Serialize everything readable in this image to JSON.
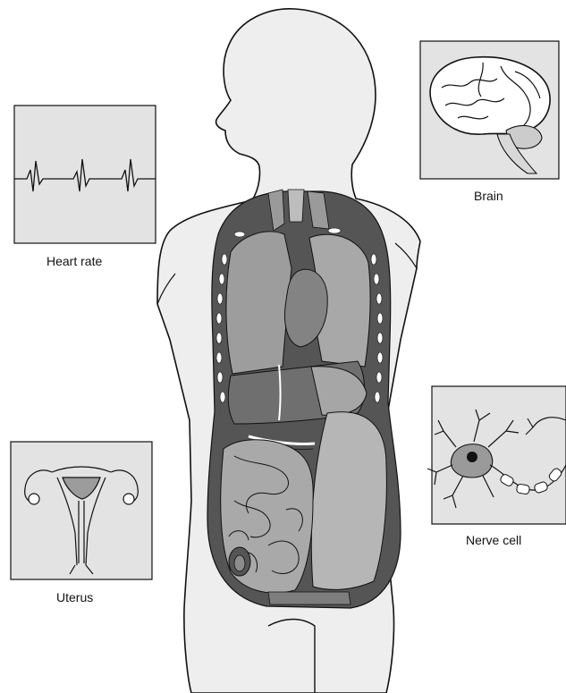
{
  "labels": {
    "heart_rate": "Heart rate",
    "brain": "Brain",
    "uterus": "Uterus",
    "nerve_cell": "Nerve cell"
  },
  "icons": [
    "body-outline-icon",
    "heart-rate-icon",
    "brain-icon",
    "uterus-icon",
    "nerve-cell-icon"
  ],
  "colors": {
    "body": "#eeeeee",
    "outline": "#111111",
    "panel": "#e3e3e3",
    "cavity_wall": "#555555",
    "organ_light": "#b9b9b9",
    "organ_mid": "#8f8f8f",
    "organ_dark": "#6e6e6e"
  }
}
